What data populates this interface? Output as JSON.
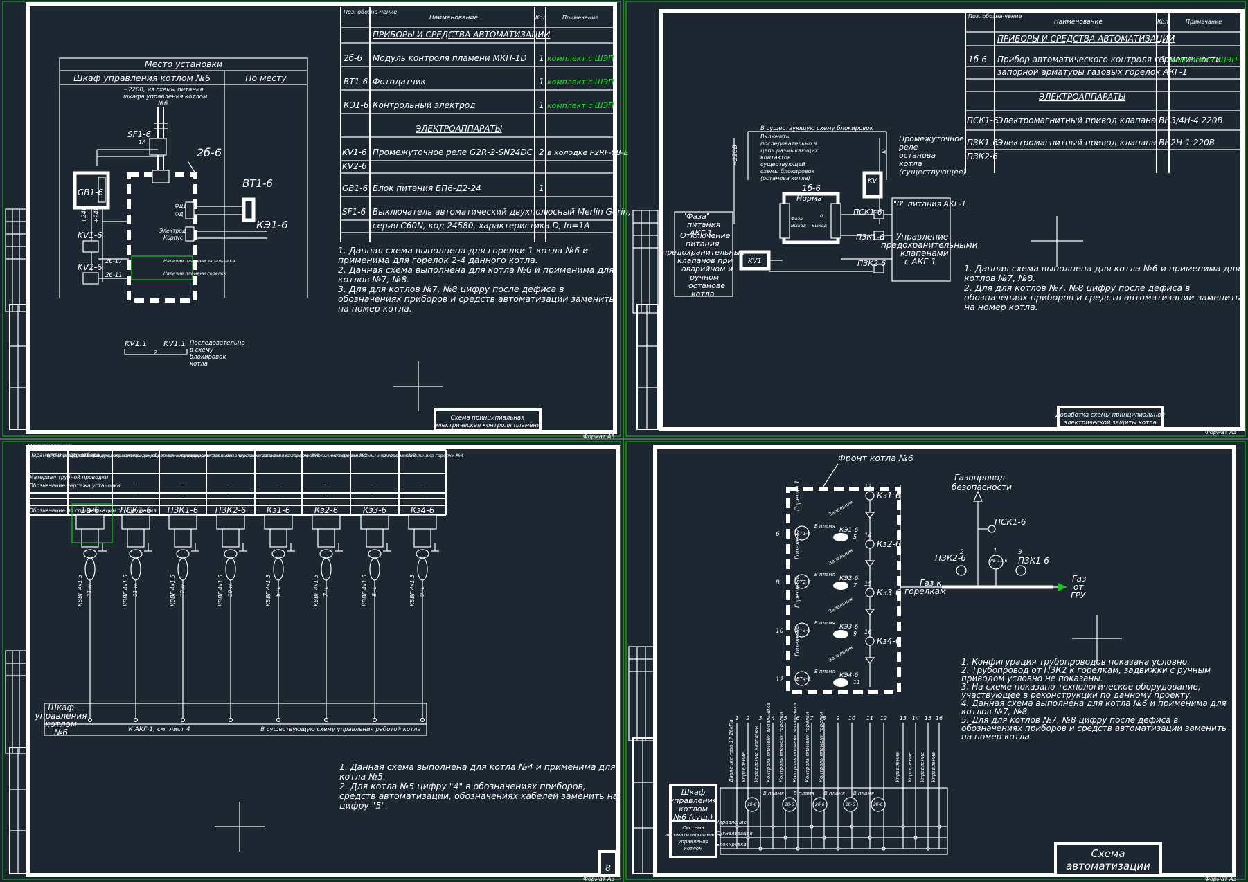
{
  "sheet1": {
    "table_header": {
      "pos": "Поз. обозна-чение",
      "name": "Наименование",
      "qty": "Кол",
      "note": "Примечание"
    },
    "spec_rows": [
      {
        "pos": "",
        "name": "ПРИБОРЫ И СРЕДСТВА АВТОМАТИЗАЦИИ",
        "qty": "",
        "note": ""
      },
      {
        "pos": "2б-6",
        "name": "Модуль контроля пламени МКП-1D",
        "qty": "1",
        "note": "комплект с ШЭП"
      },
      {
        "pos": "ВТ1-6",
        "name": "Фотодатчик",
        "qty": "1",
        "note": "комплект с ШЭП"
      },
      {
        "pos": "КЭ1-6",
        "name": "Контрольный электрод",
        "qty": "1",
        "note": "комплект с ШЭП"
      },
      {
        "pos": "",
        "name": "ЭЛЕКТРОАППАРАТЫ",
        "qty": "",
        "note": ""
      },
      {
        "pos": "KV1-6",
        "name": "Промежуточное реле G2R-2-SN24DC",
        "qty": "2",
        "note": "в колодке P2RF-08-E"
      },
      {
        "pos": "KV2-6",
        "name": "",
        "qty": "",
        "note": ""
      },
      {
        "pos": "GB1-6",
        "name": "Блок питания БП6-Д2-24",
        "qty": "1",
        "note": ""
      },
      {
        "pos": "SF1-6",
        "name": "Выключатель автоматический двухполюсный Merlin Gerin,",
        "qty": "",
        "note": ""
      },
      {
        "pos": "",
        "name": "серия C60N, код 24580, характеристика D, In=1A",
        "qty": "",
        "note": ""
      }
    ],
    "notes": [
      "1. Данная схема выполнена для горелки 1 котла №6 и",
      "применима для горелок 2-4 данного котла.",
      "2. Данная схема выполнена для котла №6 и применима для",
      "котлов №7, №8.",
      "3. Для для котлов №7, №8 цифру после дефиса в",
      "обозначениях приборов и средств автоматизации заменить",
      "на номер котла."
    ],
    "place_header": "Место установки",
    "cabinet": "Шкаф управления котлом №6",
    "local": "По месту",
    "power_note": [
      "~220В, из схемы питания",
      "шкафа управления котлом",
      "№6"
    ],
    "labels": {
      "sf1": "SF1-6",
      "sf1_rating": "1А",
      "gb1": "GB1-6",
      "kv1": "KV1-6",
      "kv2": "KV2-6",
      "module": "2б-6",
      "bt1": "ВТ1-6",
      "ke1": "КЭ1-6",
      "ph1": "ФД1",
      "ph2": "ФД",
      "el": "Электрод",
      "case": "Корпус",
      "plus24": "+24В",
      "plus24b": "+24В",
      "w26_17": "26-17",
      "w26_11": "26-11",
      "no_flame_a": "Наличие пламени запальника",
      "no_flame_b": "Наличие пламени горелки",
      "kv_contact_a": "KV1.1",
      "kv_contact_b": "KV1.1",
      "two": "2",
      "series_note": [
        "Последовательно",
        "в схему",
        "блокировок",
        "котла"
      ]
    },
    "stamp": [
      "Схема принципиальная",
      "электрическая контроля пламени"
    ],
    "format": "Формат А3"
  },
  "sheet2": {
    "table_header": {
      "pos": "Поз. обозна-чение",
      "name": "Наименование",
      "qty": "Кол",
      "note": "Примечание"
    },
    "spec_rows": [
      {
        "pos": "",
        "name": "ПРИБОРЫ И СРЕДСТВА АВТОМАТИЗАЦИИ",
        "qty": "",
        "note": ""
      },
      {
        "pos": "1б-6",
        "name": "Прибор автоматического контроля герметичности",
        "qty": "1",
        "note": "комплект с ШЭП"
      },
      {
        "pos": "",
        "name": "запорной арматуры газовых горелок АКГ-1",
        "qty": "",
        "note": ""
      },
      {
        "pos": "",
        "name": "ЭЛЕКТРОАППАРАТЫ",
        "qty": "",
        "note": ""
      },
      {
        "pos": "ПСК1-6",
        "name": "Электромагнитный привод клапана ВН3/4Н-4 220В",
        "qty": "",
        "note": ""
      },
      {
        "pos": "ПЗК1-6",
        "name": "Электромагнитный привод клапана ВН2Н-1 220В",
        "qty": "",
        "note": ""
      },
      {
        "pos": "ПЗК2-6",
        "name": "",
        "qty": "",
        "note": ""
      }
    ],
    "notes": [
      "1. Данная схема выполнена для котла №6 и применима для",
      "котлов №7, №8.",
      "2. Для для котлов №7, №8 цифру после дефиса в",
      "обозначениях приборов и средств автоматизации заменить",
      "на номер котла."
    ],
    "labels": {
      "to_lock": "В существующую схему блокировок",
      "include": [
        "Включить",
        "последовательно в",
        "цепь размыкающих",
        "контактов",
        "существующей",
        "схемы блокировок",
        "(останова котла)"
      ],
      "v220": "~220В",
      "n": "N",
      "mod": "1б-6",
      "norm": "Норма",
      "relay": [
        "Промежуточное",
        "реле",
        "останова",
        "котла",
        "(существующее)"
      ],
      "kv": "KV",
      "zero": "\"0\" питания АКГ-1",
      "psk1": "ПСК1-6",
      "pzk1": "ПЗК1-6",
      "pzk2": "ПЗК2-6",
      "mgmt": [
        "Управление",
        "предохранительными",
        "клапанами",
        "с АКГ-1"
      ],
      "phase": [
        "\"Фаза\"",
        "питания",
        "АКГ-1"
      ],
      "cutoff": [
        "Отключение",
        "питания",
        "предохранительных",
        "клапанов при",
        "аварийном и",
        "ручном",
        "останове",
        "котла"
      ],
      "kv1": "KV1",
      "phase_short": "Фаза",
      "out1": "Выход",
      "out2": "Выход",
      "zero_short": "0"
    },
    "stamp": [
      "Доработка схемы принципиальной",
      "электрической защиты котла"
    ],
    "format": "Формат А3"
  },
  "sheet3": {
    "row_headers": [
      "Параметр и место отбора",
      "Материал трубной проводки",
      "Обозначение чертежа установки",
      "Обозначение по спецификации оборудования"
    ],
    "columns": [
      {
        "param": "трубопровод газа между клапанами",
        "code": "1а-6",
        "cable": "КВВГ 4x1,5",
        "n": "11 н."
      },
      {
        "param": "управление предохранительным сбросным клапаном",
        "code": "ПСК1-6",
        "cable": "КВВГ 4x1,5",
        "n": "11 н."
      },
      {
        "param": "предохранительным запорным клапаном",
        "code": "ПЗК1-6",
        "cable": "КВВГ 4x1,5",
        "n": "12 н."
      },
      {
        "param": "предохранительным запорным клапаном",
        "code": "ПЗК2-6",
        "cable": "КВВГ 4x1,5",
        "n": "10 н."
      },
      {
        "param": "клапаном запальника горелки №1",
        "code": "Кз1-6",
        "cable": "КВВГ 4x1,5",
        "n": "6 н."
      },
      {
        "param": "клапаном запальника горелки №2",
        "code": "Кз2-6",
        "cable": "КВВГ 4x1,5",
        "n": "7 н."
      },
      {
        "param": "клапаном запальника горелки №3",
        "code": "Кз3-6",
        "cable": "КВВГ 4x1,5",
        "n": "8 н."
      },
      {
        "param": "клапаном запальника горелки №4",
        "code": "Кз4-6",
        "cable": "КВВГ 4x1,5",
        "n": "9 н."
      }
    ],
    "dash": "–",
    "cabinet": [
      "Шкаф",
      "управления",
      "котлом",
      "№6"
    ],
    "to_akg": "К АКГ-1, см. лист 4",
    "to_control": "В существующую схему управления работой котла",
    "notes": [
      "1. Данная схема выполнена для котла №4 и применима для",
      "котла №5.",
      "2. Для котла №5 цифру \"4\" в обозначениях приборов,",
      "средств автоматизации, обозначениях кабелей заменить на",
      "цифру \"5\"."
    ],
    "sheet_no": "8",
    "format": "Формат А3",
    "top_label": "Наименование"
  },
  "sheet4": {
    "front": "Фронт котла №6",
    "burners": [
      "Горелка 1",
      "Горелка 2",
      "Горелка 3",
      "Горелка 4"
    ],
    "flame": "В пламя",
    "igniter": "Запальник",
    "bt": [
      "ВТ1-6",
      "ВТ2-6",
      "ВТ3-6",
      "ВТ4-6"
    ],
    "ke": [
      "КЭ1-6",
      "КЭ2-6",
      "КЭ3-6",
      "КЭ4-6"
    ],
    "kz": [
      "Кз1-6",
      "Кз2-6",
      "Кз3-6",
      "Кз4-6"
    ],
    "num_left": [
      "6",
      "8",
      "10",
      "12"
    ],
    "num_valve": [
      "13",
      "14",
      "15",
      "16"
    ],
    "num_ke": [
      "5",
      "7",
      "9",
      "11"
    ],
    "gas_safety": [
      "Газопровод",
      "безопасности"
    ],
    "psk": "ПСК1-6",
    "pzk2": "ПЗК2-6",
    "pzk1": "ПЗК1-6",
    "pe": "PE 1а-6",
    "pe_num": "1",
    "num2": "2",
    "num3": "3",
    "gas_to": [
      "Газ к",
      "горелкам"
    ],
    "gas_from": [
      "Газ",
      "от",
      "ГРУ"
    ],
    "notes": [
      "1. Конфигурация трубопроводов показана условно.",
      "2. Трубопровод от ПЗК2 к горелкам, задвижки с ручным",
      "приводом условно не показаны.",
      "3. На схеме показано технологическое оборудование,",
      "участвующее в реконструкции по данному проекту.",
      "4. Данная схема выполнена для котла №6 и применима для",
      "котлов №7, №8.",
      "5. Для для котлов №7, №8 цифру после дефиса в",
      "обозначениях приборов и средств автоматизации заменить",
      "на номер котла."
    ],
    "bottom_nums": [
      "1",
      "2",
      "3",
      "4",
      "5",
      "6",
      "7",
      "8",
      "9",
      "10",
      "11",
      "12",
      "13",
      "14",
      "15",
      "16"
    ],
    "bottom_labels": [
      "Давление газа 17-26кПа",
      "Управление",
      "Управление клапаном",
      "Контроль пламени запальника",
      "Контроль пламени горелки",
      "Контроль пламени запальника",
      "Контроль пламени горелки",
      "Контроль пламени горелки",
      "Управление",
      "Управление",
      "Управление",
      "Управление"
    ],
    "bus_flame": "В пламя",
    "mod": "2б-6",
    "cabinet": [
      "Шкаф",
      "управления",
      "котлом",
      "№6 (сущ.)"
    ],
    "system": [
      "Система",
      "автоматизированного",
      "управления",
      "котлом"
    ],
    "rows": [
      "Управление",
      "Сигнализация",
      "Блокировка"
    ],
    "stamp": [
      "Схема",
      "автоматизации"
    ],
    "format": "Формат А3"
  }
}
